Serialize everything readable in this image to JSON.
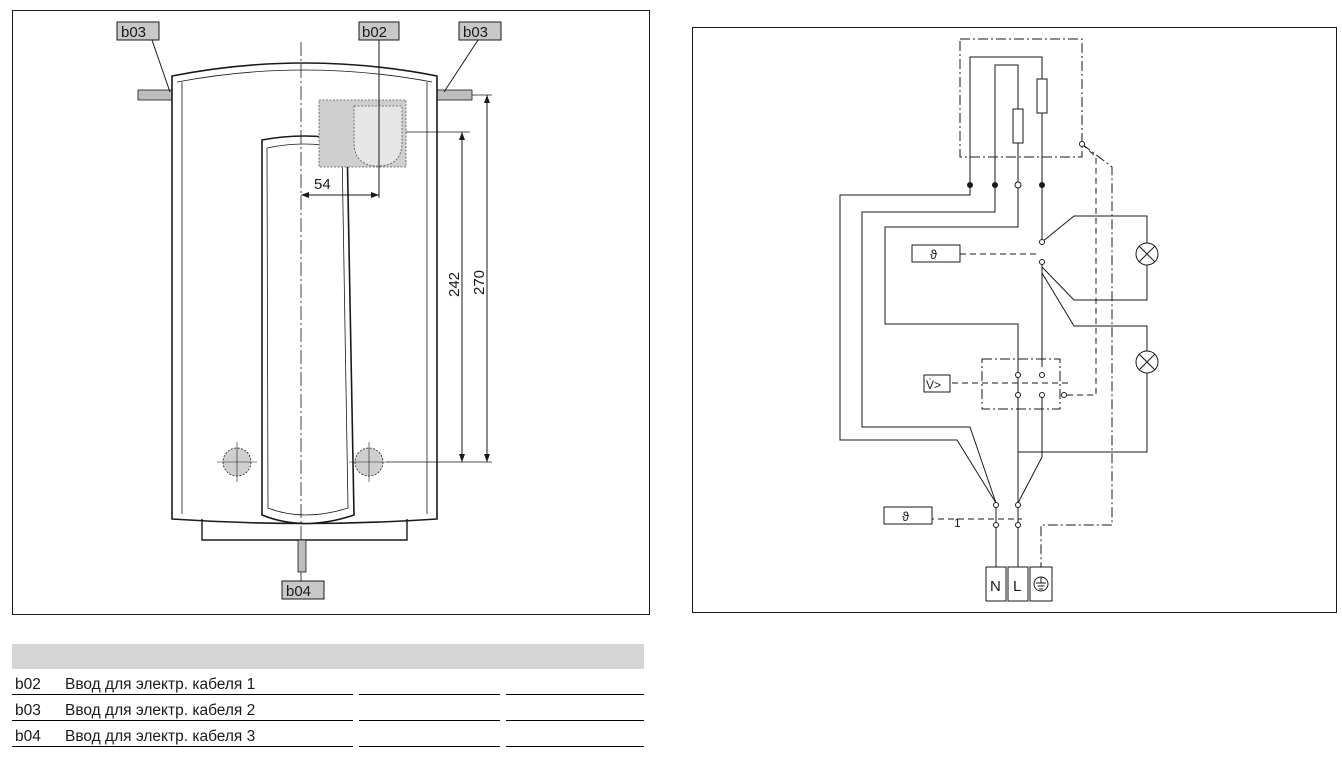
{
  "dimension_diagram": {
    "labels": {
      "b03_left": "b03",
      "b02": "b02",
      "b03_right": "b03",
      "b04": "b04"
    },
    "dimensions": {
      "d54": "54",
      "d242": "242",
      "d270": "270"
    }
  },
  "wiring_diagram": {
    "terminals": {
      "n": "N",
      "l": "L"
    },
    "thermostat_symbol": "ϑ",
    "flow_switch_symbol": "V̇>",
    "limiter_mark": "1"
  },
  "legend": {
    "rows": [
      {
        "code": "b02",
        "description": "Ввод для электр. кабеля 1"
      },
      {
        "code": "b03",
        "description": "Ввод для электр. кабеля 2"
      },
      {
        "code": "b04",
        "description": "Ввод для электр. кабеля 3"
      }
    ]
  },
  "colors": {
    "label_fill": "#c8c8c8",
    "box_fill": "#cfcfcf",
    "line": "#1a1a1a",
    "table_header": "#d5d5d5"
  }
}
